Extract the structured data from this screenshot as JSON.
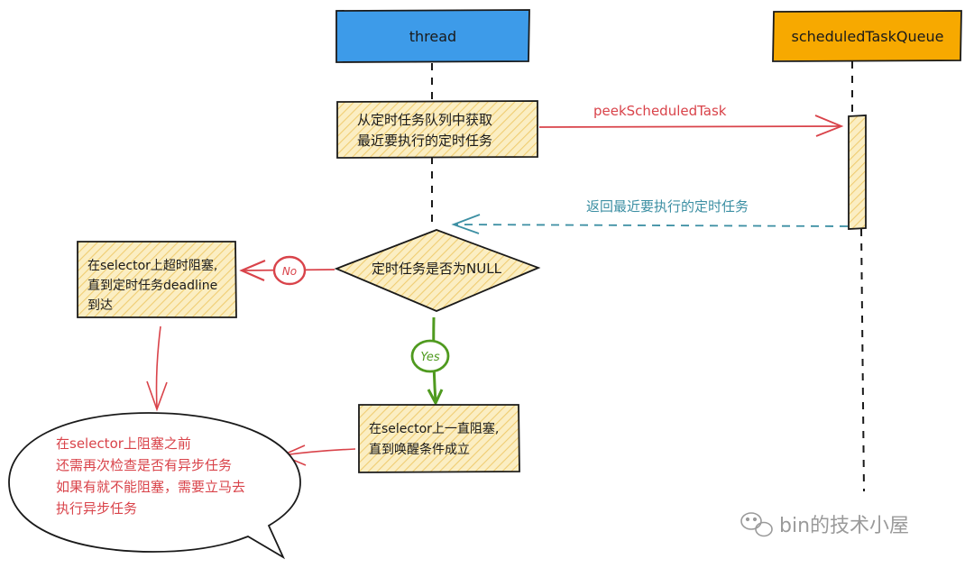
{
  "lifelines": {
    "thread": "thread",
    "queue": "scheduledTaskQueue"
  },
  "boxes": {
    "fetch_line1": "从定时任务队列中获取",
    "fetch_line2": "最近要执行的定时任务",
    "decision": "定时任务是否为NULL",
    "timeout_line1": "在selector上超时阻塞,",
    "timeout_line2": "直到定时任务deadline",
    "timeout_line3": "到达",
    "block_line1": "在selector上一直阻塞,",
    "block_line2": "直到唤醒条件成立"
  },
  "messages": {
    "peek": "peekScheduledTask",
    "return": "返回最近要执行的定时任务"
  },
  "badges": {
    "no": "No",
    "yes": "Yes"
  },
  "bubble": {
    "line1": "在selector上阻塞之前",
    "line2": "还需再次检查是否有异步任务",
    "line3": "如果有就不能阻塞，需要立马去",
    "line4": "执行异步任务"
  },
  "watermark": "bin的技术小屋",
  "colors": {
    "thread_box": "#3d9be9",
    "queue_box": "#f7a900",
    "task_fill": "#fbeec3",
    "hatch": "#f3d27a",
    "red": "#d9434a",
    "green": "#4f9a1f",
    "teal": "#3c8fa3",
    "ink": "#1a1a1a"
  }
}
